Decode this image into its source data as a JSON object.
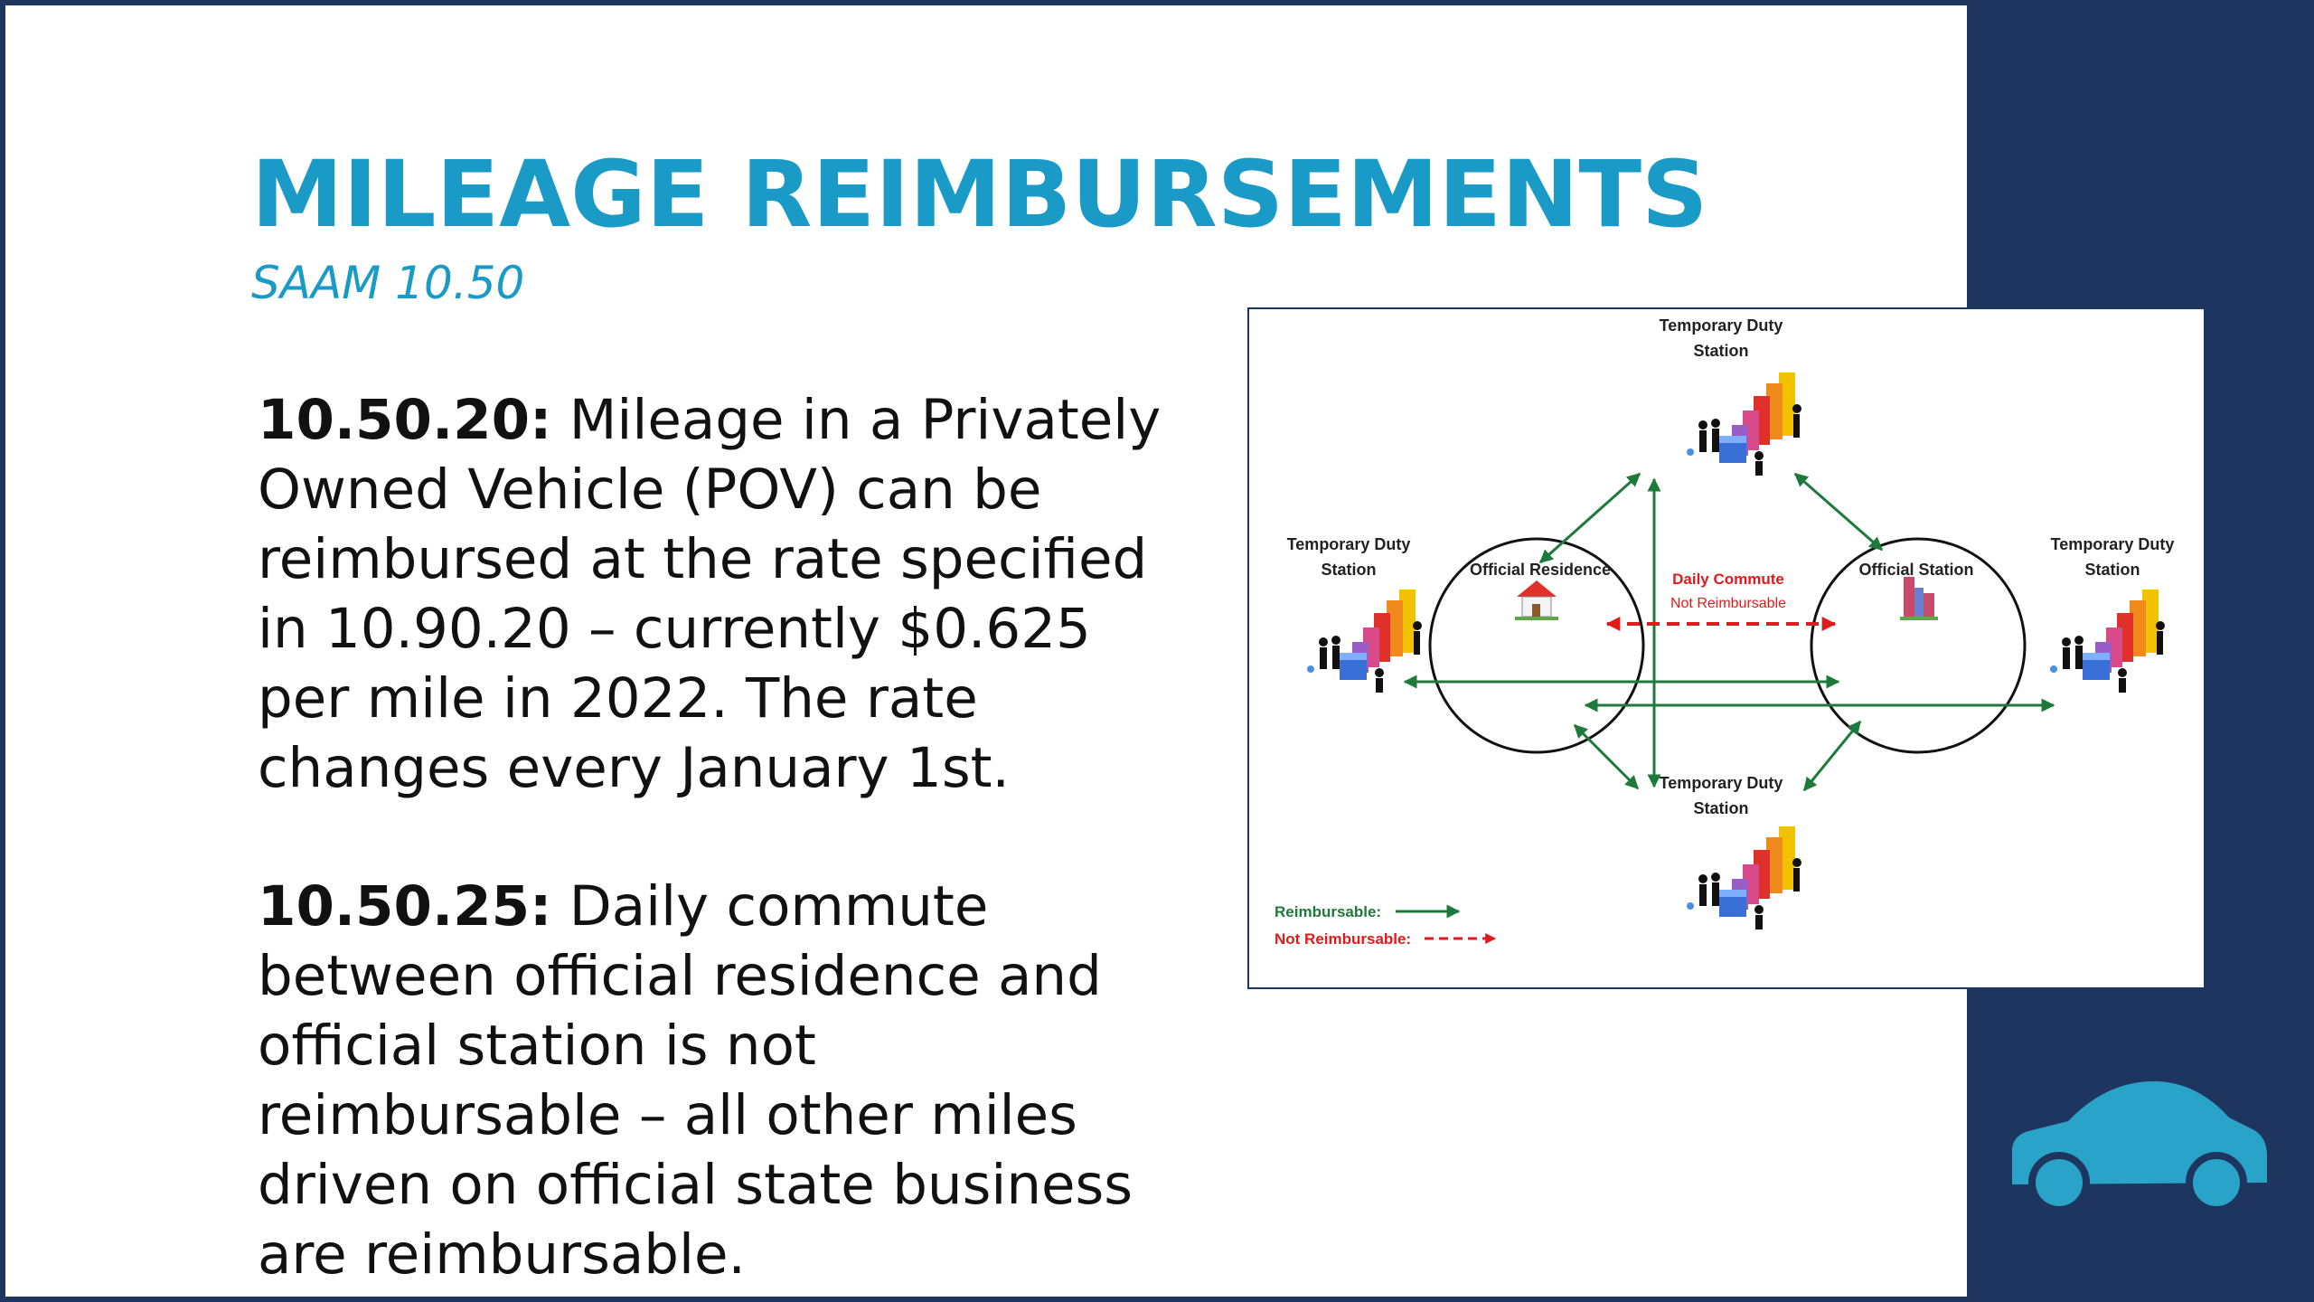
{
  "slide": {
    "title": "MILEAGE REIMBURSEMENTS",
    "subtitle": "SAAM 10.50",
    "paragraphs": [
      {
        "ref": "10.50.20:",
        "text": " Mileage in a Privately Owned Vehicle (POV) can be reimbursed at the rate specified in 10.90.20 – currently $0.625 per mile in 2022.  The rate changes every January 1st."
      },
      {
        "ref": "10.50.25:",
        "text": " Daily commute between official residence and official station is not reimbursable – all other miles driven on official state business are reimbursable."
      }
    ]
  },
  "diagram": {
    "tds_line1": "Temporary Duty",
    "tds_line2": "Station",
    "official_residence": "Official Residence",
    "official_station": "Official Station",
    "daily_commute": "Daily Commute",
    "not_reimbursable_sub": "Not Reimbursable",
    "legend_reimbursable": "Reimbursable:",
    "legend_not_reimbursable": "Not Reimbursable:",
    "colors": {
      "reimbursable": "#1e7a3a",
      "not_reimbursable": "#e01b1b"
    }
  },
  "icons": [
    "house-icon",
    "office-building-icon",
    "business-people-blocks-icon",
    "car-icon"
  ],
  "colors": {
    "accent": "#1a9bc7",
    "navy": "#1e3560",
    "car": "#2aa3c8"
  }
}
